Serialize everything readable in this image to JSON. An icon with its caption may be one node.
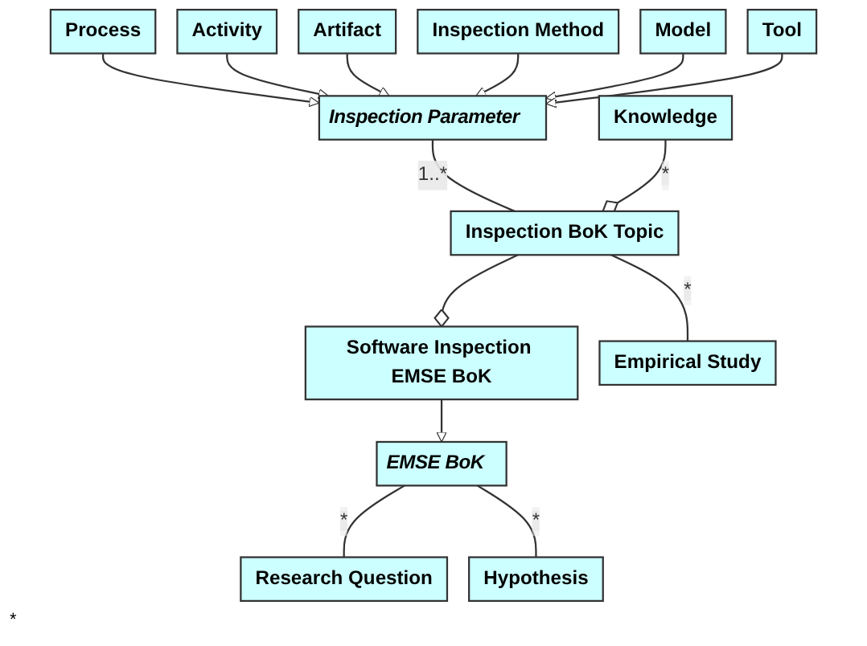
{
  "diagram": {
    "nodes": [
      {
        "text": [
          "Process"
        ]
      },
      {
        "text": [
          "Activity"
        ]
      },
      {
        "text": [
          "Artifact"
        ]
      },
      {
        "text": [
          "Inspection Method"
        ]
      },
      {
        "text": [
          "Model"
        ]
      },
      {
        "text": [
          "Tool"
        ]
      },
      {
        "text": [
          "Inspection Parameter"
        ]
      },
      {
        "text": [
          "EMSE BoK"
        ]
      },
      {
        "text": [
          "Research Question"
        ]
      },
      {
        "text": [
          "Software Inspection EMSE BoK"
        ]
      },
      {
        "text": [
          "Hypothesis"
        ]
      },
      {
        "text": [
          "Inspection BoK Topic"
        ]
      },
      {
        "text": [
          "Knowledge"
        ]
      },
      {
        "text": [
          "Empirical Study"
        ]
      }
    ],
    "edges": [
      {
        "from": 0,
        "to": 6,
        "arrow": "to"
      },
      {
        "from": 1,
        "to": 6,
        "arrow": "to"
      },
      {
        "from": 2,
        "to": 6,
        "arrow": "to"
      },
      {
        "from": 3,
        "to": 6,
        "arrow": "to"
      },
      {
        "from": 4,
        "to": 6,
        "arrow": "to"
      },
      {
        "from": 5,
        "to": 6,
        "arrow": "to"
      },
      {
        "from": 7,
        "to": 8,
        "arrow": "none",
        "label": "*"
      },
      {
        "from": 9,
        "to": 7,
        "arrow": "to"
      },
      {
        "from": 7,
        "to": 10,
        "arrow": "none",
        "label": "*"
      },
      {
        "from": 11,
        "to": 9,
        "arrow": "other"
      },
      {
        "from": 6,
        "to": 11,
        "arrow": "none",
        "label": "1..*"
      },
      {
        "from": 12,
        "to": 11,
        "arrow": "other",
        "label": "*"
      },
      {
        "from": 11,
        "to": 13,
        "arrow": "none",
        "label": "*"
      }
    ],
    "labels": [
      "*"
    ]
  }
}
